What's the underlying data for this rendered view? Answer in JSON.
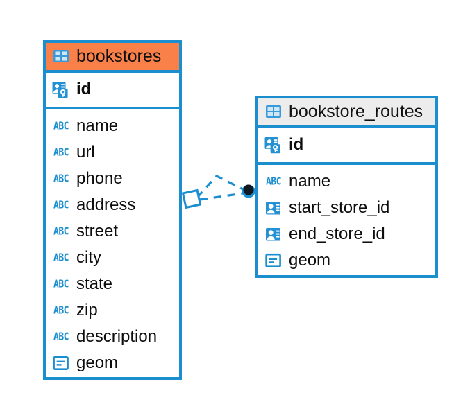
{
  "diagram": {
    "type": "entity-relationship-diagram",
    "background": "#ffffff",
    "accent_blue": "#1b8ed0",
    "accent_orange": "#f98049",
    "accent_gray": "#ececec"
  },
  "tables": [
    {
      "name": "bookstores",
      "header_color": "#f98049",
      "header_icon": "table-icon",
      "primary_key": {
        "name": "id",
        "icon": "primary-key-icon"
      },
      "fields": [
        {
          "name": "name",
          "icon": "text-type-icon"
        },
        {
          "name": "url",
          "icon": "text-type-icon"
        },
        {
          "name": "phone",
          "icon": "text-type-icon"
        },
        {
          "name": "address",
          "icon": "text-type-icon"
        },
        {
          "name": "street",
          "icon": "text-type-icon"
        },
        {
          "name": "city",
          "icon": "text-type-icon"
        },
        {
          "name": "state",
          "icon": "text-type-icon"
        },
        {
          "name": "zip",
          "icon": "text-type-icon"
        },
        {
          "name": "description",
          "icon": "text-type-icon"
        },
        {
          "name": "geom",
          "icon": "geometry-type-icon"
        }
      ]
    },
    {
      "name": "bookstore_routes",
      "header_color": "#ececec",
      "header_icon": "table-icon",
      "primary_key": {
        "name": "id",
        "icon": "primary-key-icon"
      },
      "fields": [
        {
          "name": "name",
          "icon": "text-type-icon"
        },
        {
          "name": "start_store_id",
          "icon": "foreign-key-icon"
        },
        {
          "name": "end_store_id",
          "icon": "foreign-key-icon"
        },
        {
          "name": "geom",
          "icon": "geometry-type-icon"
        }
      ]
    }
  ],
  "relationship": {
    "from_table": "bookstores",
    "to_table": "bookstore_routes",
    "line_style": "dashed",
    "line_color": "#1b8ed0",
    "source_endpoint": "diamond",
    "target_endpoint": "filled-dot"
  },
  "icon_glyphs": {
    "text_type_label": "ABC"
  }
}
